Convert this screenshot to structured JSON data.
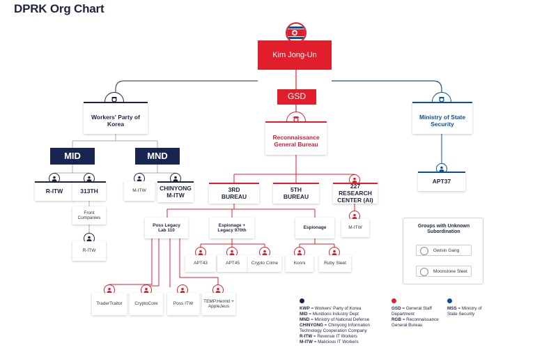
{
  "title": "DPRK Org Chart",
  "colors": {
    "navy": "#172550",
    "red": "#e01e2c",
    "blue": "#0b4f9c",
    "line_gray": "#a9abb0"
  },
  "top": {
    "leader": "Kim Jong-Un",
    "flag_icon": "dprk-flag-icon"
  },
  "gsd": {
    "label": "GSD"
  },
  "wpk": {
    "label": "Workers' Party of Korea"
  },
  "rgb": {
    "label": "Reconnaissance General Bureau"
  },
  "mss": {
    "label": "Ministry of State Security"
  },
  "mid": {
    "label": "MID"
  },
  "mnd": {
    "label": "MND"
  },
  "nodes": {
    "ritw": "R-ITW",
    "t313": "313TH",
    "front": "Front Companies",
    "ritw2": "R-ITW",
    "mitw": "M-ITW",
    "chinyong": "CHINYONG M-ITW",
    "third": "3RD BUREAU",
    "fifth": "5TH BUREAU",
    "r227": "227 RESEARCH CENTER (AI)",
    "mitw227": "M-ITW",
    "apt37": "APT37",
    "poss": "Poss Legacy Lab 110",
    "esp970": "Espionage + Legacy 970th",
    "espionage": "Espionage",
    "apt43": "APT43",
    "apt45": "APT45",
    "cryptocrime": "Crypto Crime",
    "konni": "Konni",
    "rubysleet": "Ruby Sleet",
    "tradertraitor": "TraderTraitor",
    "cryptocore": "CryptoCore",
    "possitw": "Poss ITW",
    "temp": "TEMP.Hermit + AppleJeus"
  },
  "legend": {
    "navy_items": [
      {
        "abbr": "KWP",
        "desc": " = Workers' Party of Korea"
      },
      {
        "abbr": "MID",
        "desc": " = Munitions Industry Dept"
      },
      {
        "abbr": "MND",
        "desc": " = Ministry of National Defense"
      },
      {
        "abbr": "CHINYONG",
        "desc": " = Chinyong Information Technology Cooperation Company"
      },
      {
        "abbr": "R-ITW",
        "desc": " = Revenue IT Workers"
      },
      {
        "abbr": "M-ITW",
        "desc": " = Malicious IT Workers"
      }
    ],
    "red_items": [
      {
        "abbr": "GSD",
        "desc": " = General Staff Department"
      },
      {
        "abbr": "RGB",
        "desc": " = Reconnaissance General Bureau"
      }
    ],
    "blue_items": [
      {
        "abbr": "MSS",
        "desc": " = Ministry of State Security"
      }
    ]
  },
  "groups": {
    "title": "Groups with Unknown Subordination",
    "items": [
      "Gwisin Gang",
      "Moonstone Sleet"
    ]
  }
}
